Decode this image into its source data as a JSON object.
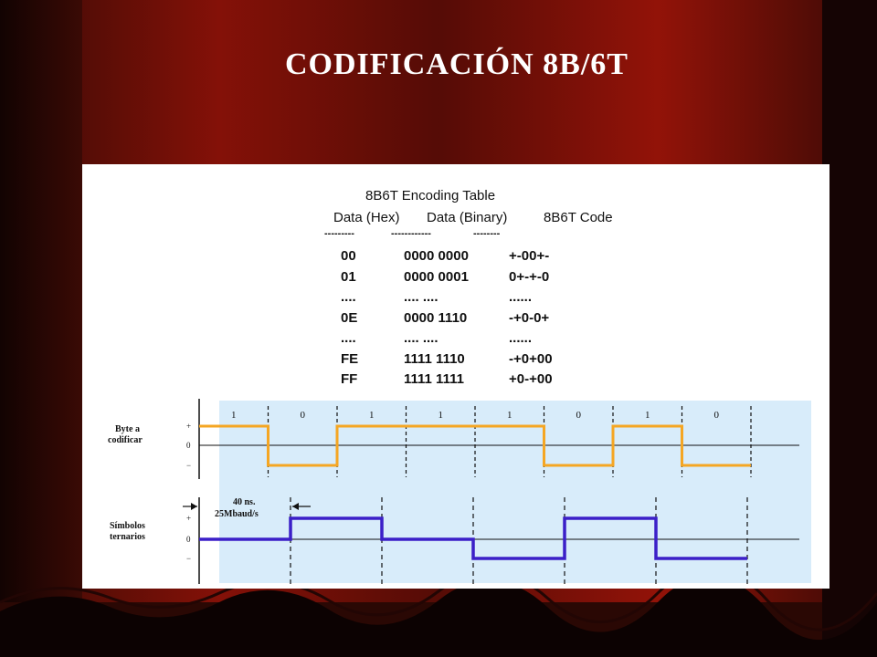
{
  "slide": {
    "title": "CODIFICACIÓN  8B/6T",
    "colors": {
      "curtain_dark": "#2a0804",
      "curtain_red": "#b0140a",
      "panel": "#ffffff",
      "byte_wave": "#f5a623",
      "ternary_wave": "#3b1fc8",
      "diagram_bg": "#d8ecfa"
    }
  },
  "table": {
    "title": "8B6T Encoding Table",
    "headers": [
      "Data (Hex)",
      "Data (Binary)",
      "8B6T Code"
    ],
    "separator": [
      "---------",
      "------------",
      "--------"
    ],
    "rows": [
      [
        "00",
        "0000 0000",
        "+-00+-"
      ],
      [
        "01",
        "0000 0001",
        "0+-+-0"
      ],
      [
        "....",
        ".... ....",
        "......"
      ],
      [
        "0E",
        "0000 1110",
        "-+0-0+"
      ],
      [
        "....",
        ".... ....",
        "......"
      ],
      [
        "FE",
        "1111 1110",
        "-+0+00"
      ],
      [
        "FF",
        "1111 1111",
        "+0-+00"
      ]
    ]
  },
  "diagram": {
    "byte_label": [
      "Byte a",
      "codificar"
    ],
    "ternary_label": [
      "Símbolos",
      "ternarios"
    ],
    "level_plus": "+",
    "level_zero": "0",
    "level_minus": "−",
    "bits": [
      "1",
      "0",
      "1",
      "1",
      "1",
      "0",
      "1",
      "0"
    ],
    "ternary_levels": [
      0,
      1,
      0,
      -1,
      1,
      -1
    ],
    "timing_label": [
      "40 ns.",
      "25Mbaud/s"
    ]
  }
}
